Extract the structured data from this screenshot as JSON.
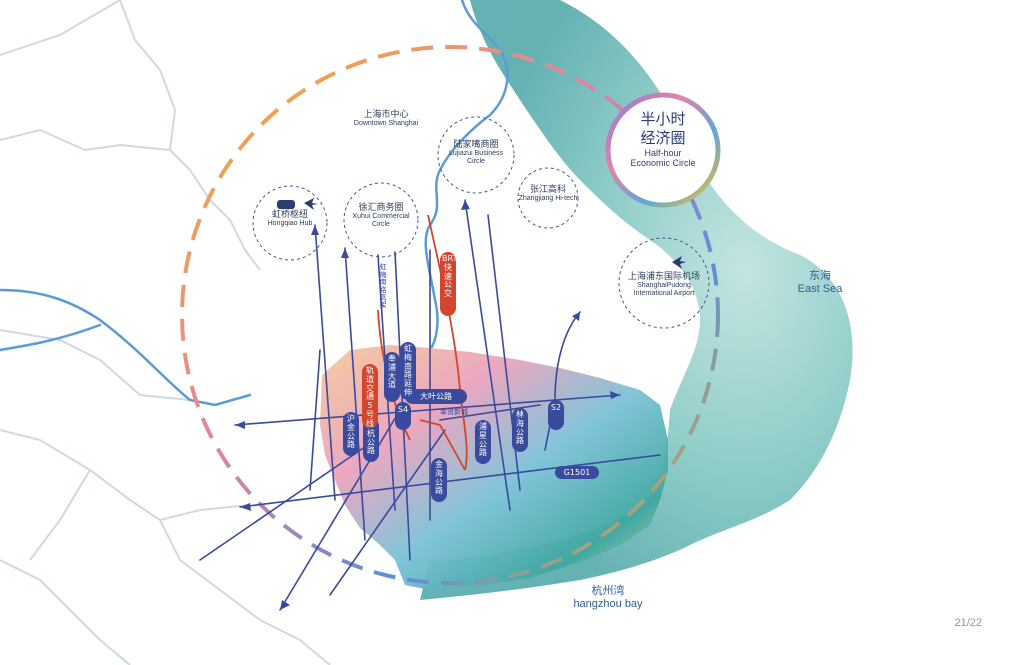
{
  "page": {
    "number": "21/22"
  },
  "colors": {
    "sea": "#5fb5b2",
    "land": "#f7fbfc",
    "boundary": "#cfd9e0",
    "river": "#5c9bd6",
    "arrow": "#3a4a9c",
    "red_route": "#d2452e",
    "circle_ring": "#f0b52a"
  },
  "labels": {
    "downtown_cn": "上海市中心",
    "downtown_en": "Downtown Shanghai",
    "hongqiao_cn": "虹桥枢纽",
    "hongqiao_en": "Hongqiao Hub",
    "xuhui_cn": "徐汇商务圈",
    "xuhui_en1": "Xuhui Commercial",
    "xuhui_en2": "Circle",
    "lujiazui_cn": "陆家嘴商圈",
    "lujiazui_en1": "Lujiazui Business",
    "lujiazui_en2": "Circle",
    "zhangjiang_cn": "张江高科",
    "zhangjiang_en": "Zhangjiang Hi-tech",
    "pudong_cn": "上海浦东国际机场",
    "pudong_en1": "ShanghaiPudong",
    "pudong_en2": "International Airport",
    "half_cn1": "半小时",
    "half_cn2": "经济圈",
    "half_en1": "Half-hour",
    "half_en2": "Economic Circle",
    "eastsea_cn": "东海",
    "eastsea_en": "East Sea",
    "bay_cn": "杭州湾",
    "bay_en": "hangzhou bay"
  },
  "roads": {
    "dayegonglu": "大叶公路",
    "s2": "S2",
    "g1501": "G1501",
    "s4": "S4",
    "linhai": "林海公路",
    "pudong_rd": "浦星公路",
    "jinhai": "金海公路",
    "humin": "沪杭公路",
    "humin2": "沪金公路",
    "hongmei": "虹梅南路延伸",
    "hongmei_viaduct": "虹梅南路高架",
    "metro5": "轨道交通5号线",
    "fengpu": "奉浦大道",
    "brt": "BRT快速公交",
    "fengxian_new": "奉贤新城"
  }
}
